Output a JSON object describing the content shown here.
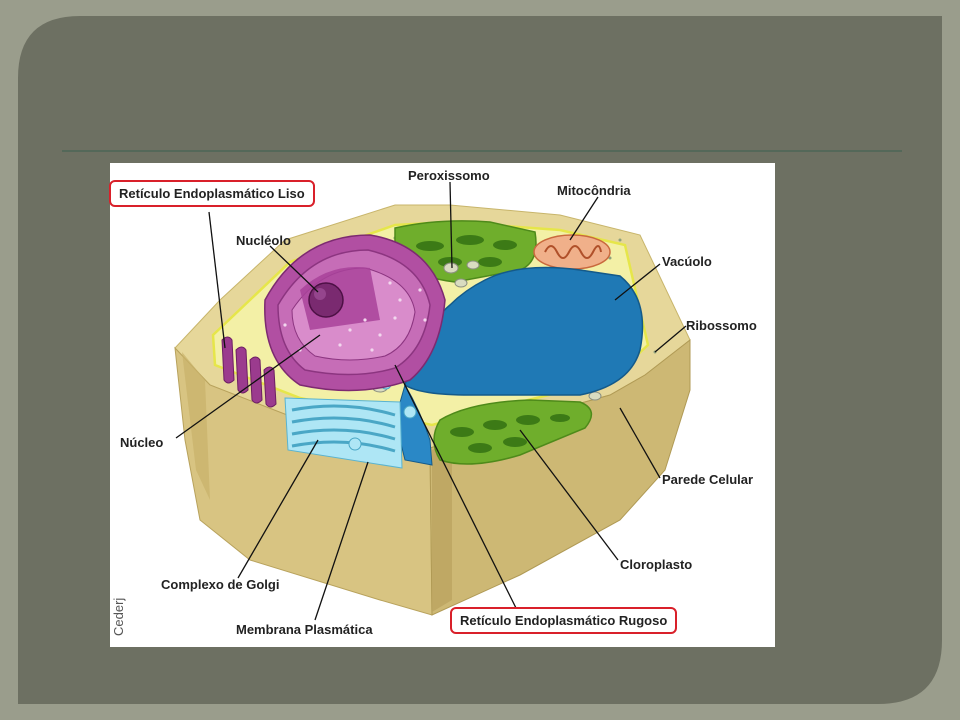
{
  "slide": {
    "background_color": "#6d7062",
    "frame_color": "#9a9d8c",
    "rule_color": "#4d6656"
  },
  "figure": {
    "credit": "Cederj",
    "labels": {
      "rel": "Retículo Endoplasmático Liso",
      "nucleolo": "Nucléolo",
      "peroxissomo": "Peroxissomo",
      "mitocondria": "Mitocôndria",
      "vacuolo": "Vacúolo",
      "ribossomo": "Ribossomo",
      "nucleo": "Núcleo",
      "parede": "Parede Celular",
      "cloroplasto": "Cloroplasto",
      "golgi": "Complexo de Golgi",
      "membrana": "Membrana Plasmática",
      "rer": "Retículo Endoplasmático Rugoso"
    },
    "highlight_color": "#d9202a"
  }
}
